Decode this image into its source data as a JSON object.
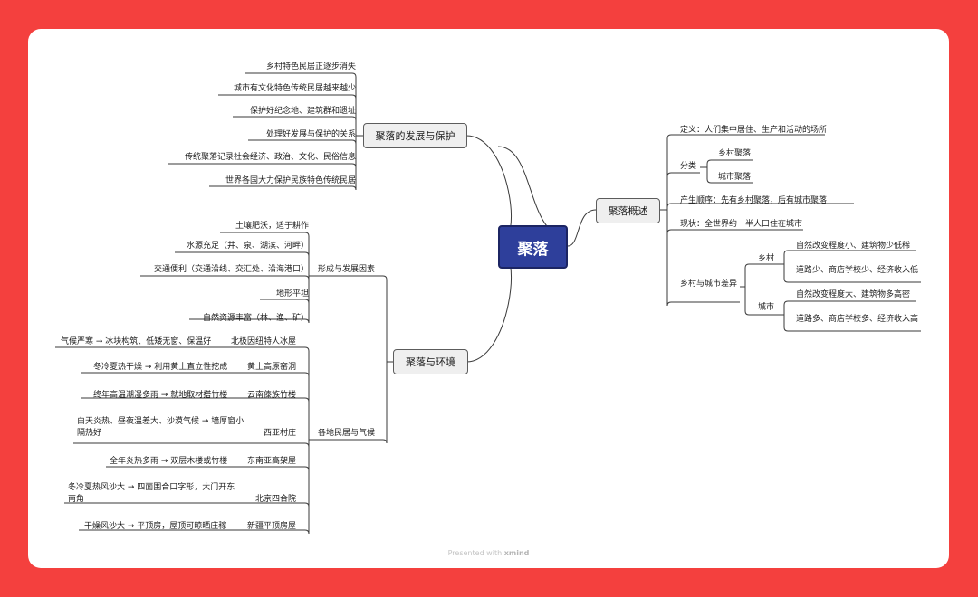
{
  "root": "聚落",
  "overview": {
    "title": "聚落概述",
    "definition": "定义：人们集中居住、生产和活动的场所",
    "classification": {
      "label": "分类",
      "items": [
        "乡村聚落",
        "城市聚落"
      ]
    },
    "order": "产生顺序：先有乡村聚落，后有城市聚落",
    "status": "现状：全世界约一半人口住在城市",
    "difference": {
      "label": "乡村与城市差异",
      "rural": {
        "label": "乡村",
        "items": [
          "自然改变程度小、建筑物少低稀",
          "道路少、商店学校少、经济收入低"
        ]
      },
      "urban": {
        "label": "城市",
        "items": [
          "自然改变程度大、建筑物多高密",
          "道路多、商店学校多、经济收入高"
        ]
      }
    }
  },
  "protection": {
    "title": "聚落的发展与保护",
    "items": [
      "乡村特色民居正逐步消失",
      "城市有文化特色传统民居越来越少",
      "保护好纪念地、建筑群和遗址",
      "处理好发展与保护的关系",
      "传统聚落记录社会经济、政治、文化、民俗信息",
      "世界各国大力保护民族特色传统民居"
    ]
  },
  "environment": {
    "title": "聚落与环境",
    "factors": {
      "label": "形成与发展因素",
      "items": [
        "土壤肥沃，适于耕作",
        "水源充足（井、泉、湖滨、河畔）",
        "交通便利（交通沿线、交汇处、沿海港口）",
        "地形平坦",
        "自然资源丰富（林、渔、矿）"
      ]
    },
    "dwellings": {
      "label": "各地民居与气候",
      "items": [
        {
          "name": "北极因纽特人冰屋",
          "desc": "气候严寒 → 冰块构筑、低矮无窗、保温好"
        },
        {
          "name": "黄土高原窑洞",
          "desc": "冬冷夏热干燥 → 利用黄土直立性挖成"
        },
        {
          "name": "云南傣族竹楼",
          "desc": "终年高温潮湿多雨 → 就地取材搭竹楼"
        },
        {
          "name": "西亚村庄",
          "desc": "白天炎热、昼夜温差大、沙漠气候 → 墙厚窗小隔热好"
        },
        {
          "name": "东南亚高架屋",
          "desc": "全年炎热多雨 → 双层木楼或竹楼"
        },
        {
          "name": "北京四合院",
          "desc": "冬冷夏热风沙大 → 四面围合口字形，大门开东南角"
        },
        {
          "name": "新疆平顶房屋",
          "desc": "干燥风沙大 → 平顶房，屋顶可晾晒庄稼"
        }
      ]
    }
  },
  "footer": {
    "prefix": "Presented with",
    "brand": "xmind"
  },
  "colors": {
    "background": "#f4403e",
    "card": "#ffffff",
    "root": "#2e3f9b",
    "topic": "#efefef",
    "line": "#3a3a3a"
  }
}
